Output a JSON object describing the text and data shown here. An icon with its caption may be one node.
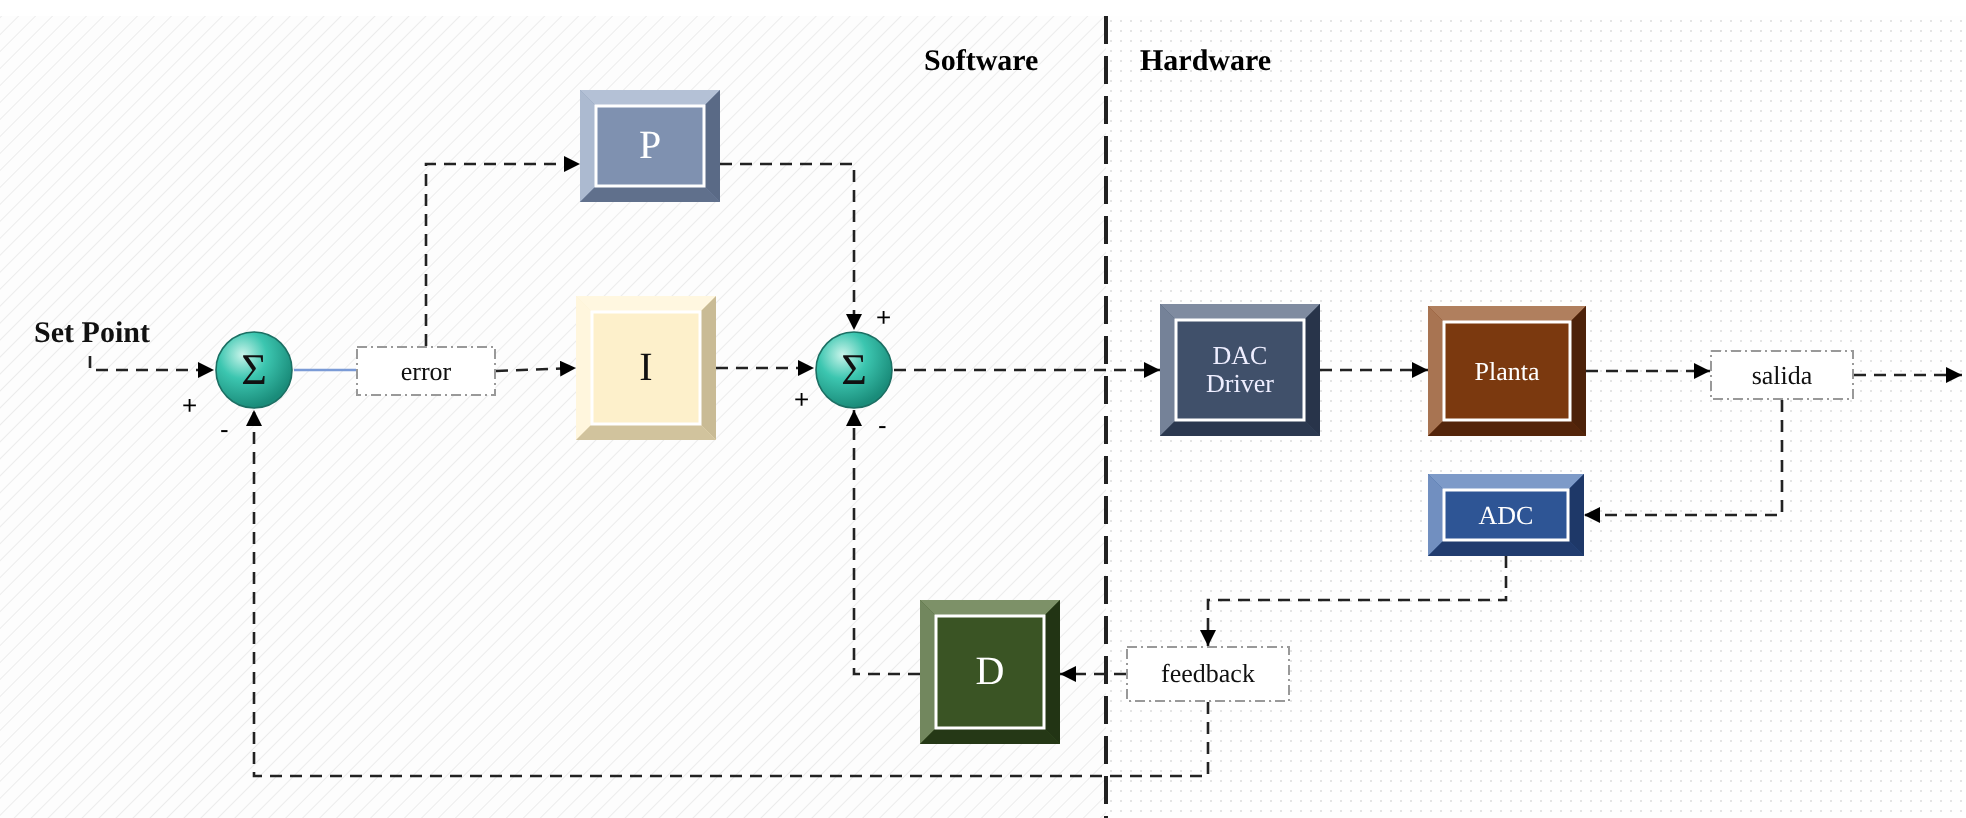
{
  "diagram": {
    "nodes": [
      {
        "text": [
          "Set Point"
        ]
      },
      {
        "text": [
          "Σ"
        ],
        "beside": [
          "+",
          "-"
        ]
      },
      {
        "text": [
          "error"
        ]
      },
      {
        "text": [
          "P"
        ]
      },
      {
        "text": [
          "I"
        ]
      },
      {
        "text": [
          "Σ"
        ],
        "beside": [
          "+",
          "+",
          "-"
        ]
      },
      {
        "text": [
          "DAC Driver"
        ]
      },
      {
        "text": [
          "Planta"
        ]
      },
      {
        "text": [
          "salida"
        ]
      },
      {
        "text": [
          "ADC"
        ]
      },
      {
        "text": [
          "feedback"
        ]
      },
      {
        "text": [
          "D"
        ]
      }
    ],
    "edges": [
      {
        "from": 0,
        "to": 1,
        "arrow": "to",
        "style": "dashed"
      },
      {
        "from": 1,
        "to": 2,
        "arrow": "none",
        "color": "#7b9bd6"
      },
      {
        "from": 2,
        "to": 3,
        "arrow": "to",
        "style": "dashed"
      },
      {
        "from": 2,
        "to": 4,
        "arrow": "to",
        "style": "dashed"
      },
      {
        "from": 3,
        "to": 5,
        "arrow": "to",
        "style": "dashed"
      },
      {
        "from": 4,
        "to": 5,
        "arrow": "to",
        "style": "dashed"
      },
      {
        "from": 5,
        "to": 6,
        "arrow": "to",
        "style": "dashed"
      },
      {
        "from": 6,
        "to": 7,
        "arrow": "to",
        "style": "dashed"
      },
      {
        "from": 7,
        "to": 8,
        "arrow": "to",
        "style": "dashed"
      },
      {
        "from": 8,
        "to": null,
        "arrow": "to",
        "style": "dashed"
      },
      {
        "from": 8,
        "to": 9,
        "arrow": "to",
        "style": "dashed"
      },
      {
        "from": 9,
        "to": 10,
        "arrow": "to",
        "style": "dashed"
      },
      {
        "from": 10,
        "to": 11,
        "arrow": "to",
        "style": "dashed"
      },
      {
        "from": 11,
        "to": 5,
        "arrow": "to",
        "style": "dashed"
      },
      {
        "from": 10,
        "to": 1,
        "arrow": "to",
        "style": "dashed"
      }
    ],
    "labels": [
      "Software",
      "Hardware"
    ]
  }
}
